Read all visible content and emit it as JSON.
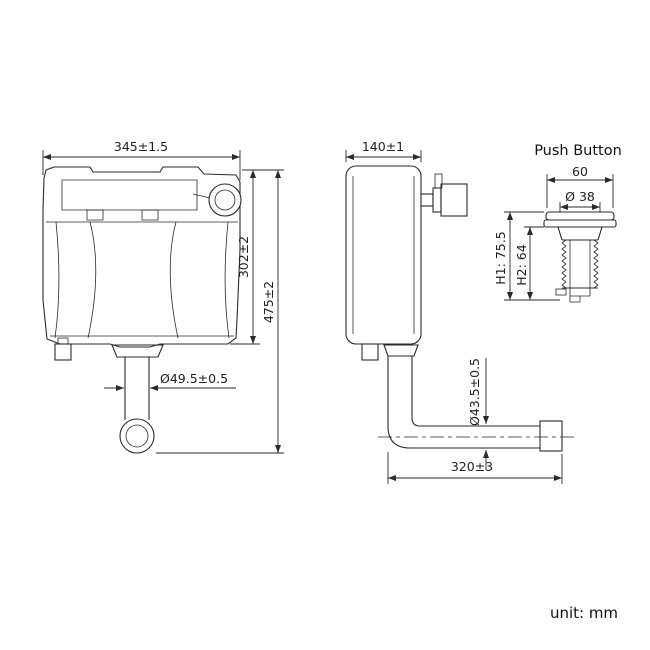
{
  "page": {
    "background": "#ffffff",
    "line_color": "#2a2a2a"
  },
  "front_view": {
    "width_dim": "345±1.5",
    "tank_height_dim": "302±2",
    "total_height_dim": "475±2",
    "outlet_dia_dim": "Ø49.5±0.5"
  },
  "side_view": {
    "depth_dim": "140±1",
    "pipe_dia_dim": "Ø43.5±0.5",
    "pipe_length_dim": "320±3"
  },
  "push_button": {
    "title": "Push Button",
    "width_dim": "60",
    "dia_dim": "Ø 38",
    "h1_dim": "H1: 75.5",
    "h2_dim": "H2: 64"
  },
  "footer": {
    "unit_label": "unit: mm"
  }
}
